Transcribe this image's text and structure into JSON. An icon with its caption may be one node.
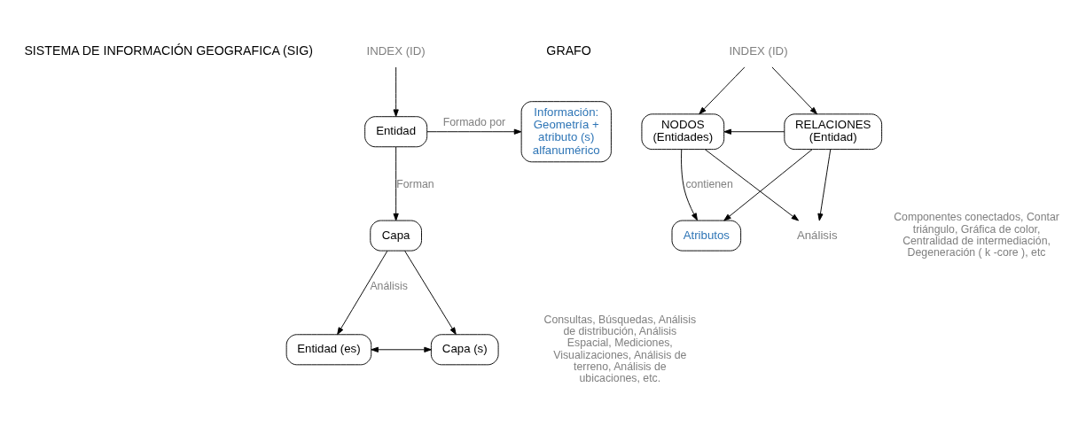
{
  "diagram": {
    "nodes": [
      {
        "text": [
          "INDEX (ID)"
        ]
      },
      {
        "text": [
          "Entidad"
        ]
      },
      {
        "text": [
          "Información: Geometría + atributo (s) alfanumérico"
        ]
      },
      {
        "text": [
          "Capa"
        ]
      },
      {
        "text": [
          "Entidad (es)"
        ]
      },
      {
        "text": [
          "Capa (s)"
        ]
      },
      {
        "text": [
          "INDEX (ID)"
        ]
      },
      {
        "text": [
          "NODOS (Entidades)"
        ]
      },
      {
        "text": [
          "RELACIONES (Entidad)"
        ]
      },
      {
        "text": [
          "Atributos"
        ]
      },
      {
        "text": [
          "Análisis"
        ]
      }
    ],
    "edges": [
      {
        "from": 0,
        "to": 1,
        "arrow": "to"
      },
      {
        "from": 1,
        "to": 2,
        "arrow": "to",
        "label": "Formado por"
      },
      {
        "from": 1,
        "to": 3,
        "arrow": "to",
        "label": "Forman"
      },
      {
        "from": 3,
        "to": 4,
        "arrow": "to",
        "label": "Análisis"
      },
      {
        "from": 3,
        "to": 5,
        "arrow": "to"
      },
      {
        "from": 4,
        "to": 5,
        "arrow": "both"
      },
      {
        "from": 6,
        "to": 7,
        "arrow": "to"
      },
      {
        "from": 6,
        "to": 8,
        "arrow": "to"
      },
      {
        "from": 8,
        "to": 7,
        "arrow": "to"
      },
      {
        "from": 7,
        "to": 9,
        "arrow": "to",
        "label": "contienen"
      },
      {
        "from": 8,
        "to": 9,
        "arrow": "to"
      },
      {
        "from": 7,
        "to": 10,
        "arrow": "to"
      },
      {
        "from": 8,
        "to": 10,
        "arrow": "to"
      }
    ],
    "labels": [
      "SISTEMA DE INFORMACIÓN GEOGRAFICA (SIG)",
      "GRAFO",
      "Consultas, Búsquedas, Análisis de distribución, Análisis Espacial, Mediciones, Visualizaciones, Análisis de terreno, Análisis de ubicaciones, etc.",
      "Componentes conectados, Contar triángulo, Gráfica de color, Centralidad de intermediación, Degeneración ( k -core ), etc"
    ]
  }
}
